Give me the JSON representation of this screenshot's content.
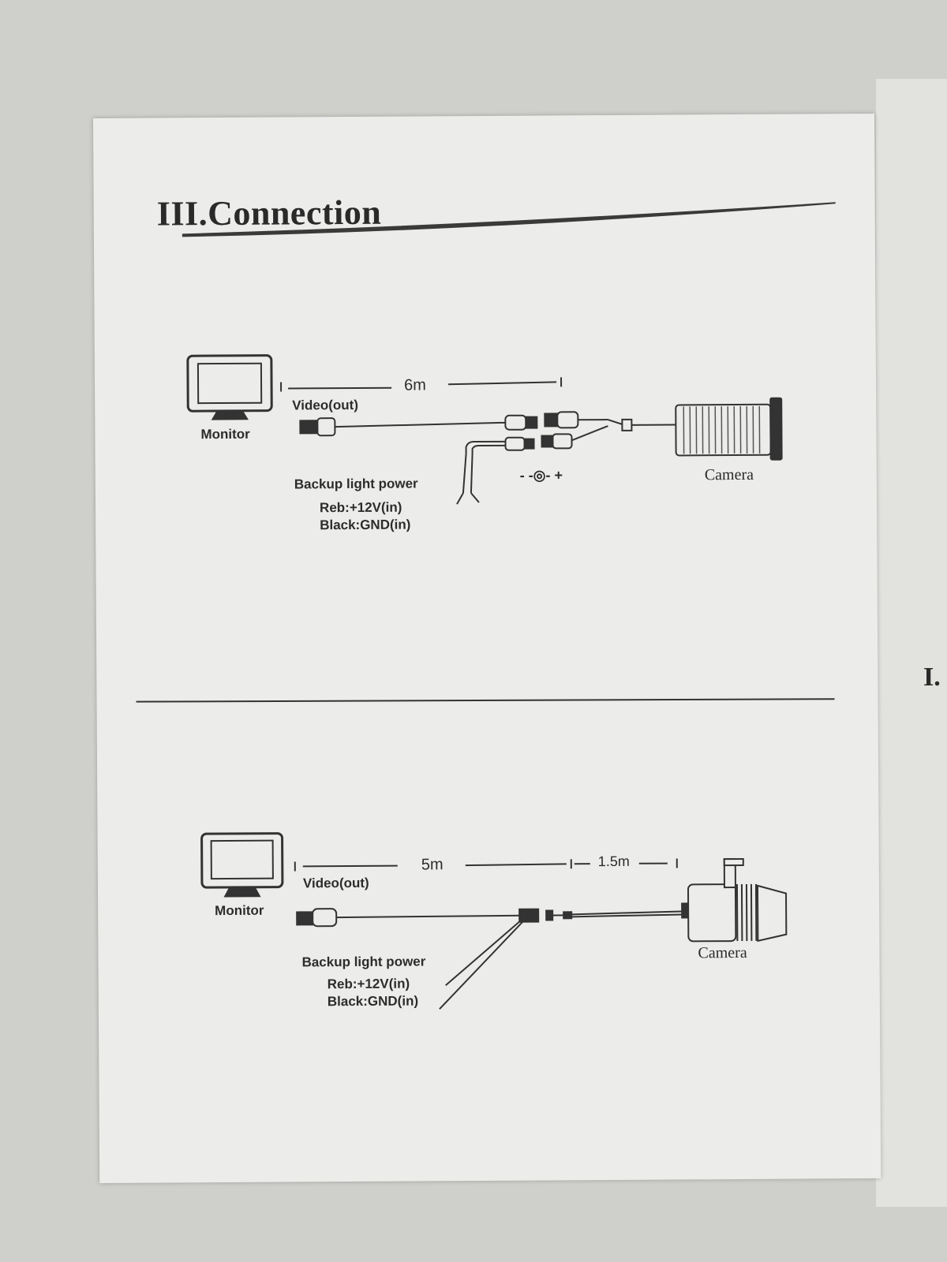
{
  "section": {
    "title": "III.Connection"
  },
  "diagram1": {
    "monitor_label": "Monitor",
    "distance_label": "6m",
    "video_label": "Video(out)",
    "power_title": "Backup light power",
    "power_red": "Reb:+12V(in)",
    "power_black": "Black:GND(in)",
    "polarity_label": "- -◎- +",
    "camera_label": "Camera"
  },
  "diagram2": {
    "monitor_label": "Monitor",
    "distance_label": "5m",
    "extension_label": "1.5m",
    "video_label": "Video(out)",
    "power_title": "Backup light power",
    "power_red": "Reb:+12V(in)",
    "power_black": "Black:GND(in)",
    "camera_label": "Camera"
  },
  "next_page_partial": "I."
}
